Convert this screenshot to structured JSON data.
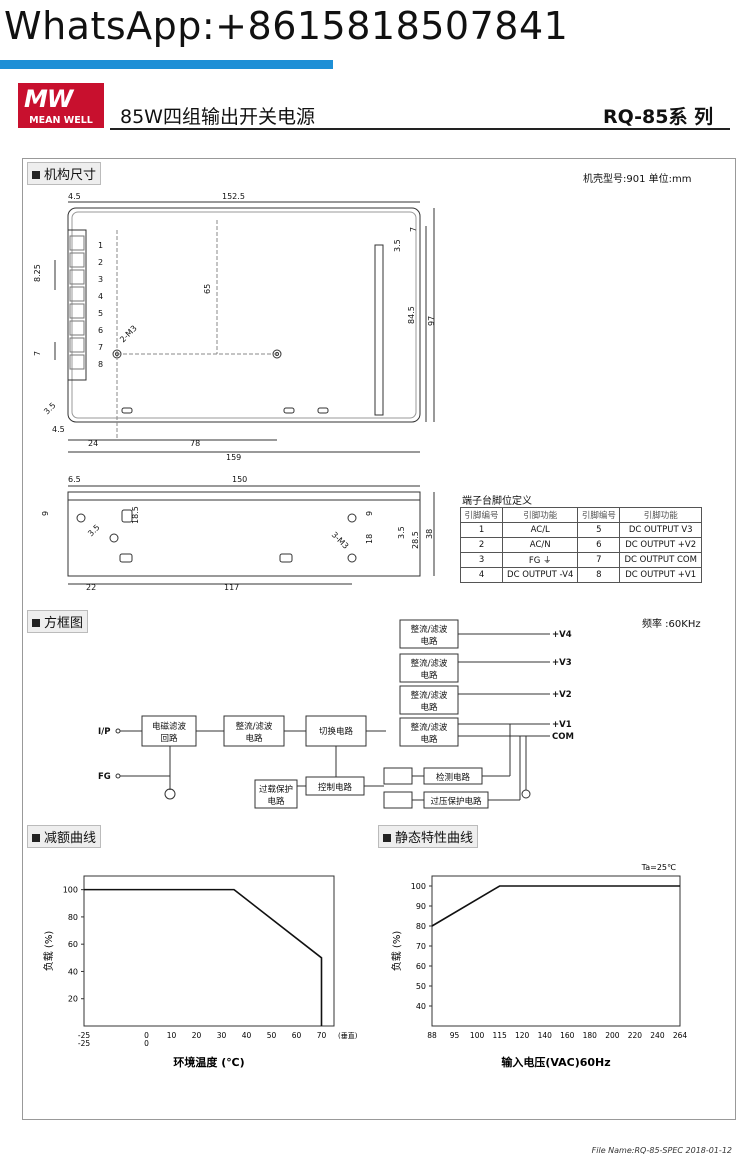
{
  "header": {
    "whatsapp": "WhatsApp:+8615818507841",
    "logo_mark": "MW",
    "logo_name": "MEAN WELL",
    "title": "85W四组输出开关电源",
    "series": "RQ-85系 列"
  },
  "sections": {
    "mech": "机构尺寸",
    "block": "方框图",
    "derating": "减额曲线",
    "static": "静态特性曲线"
  },
  "mech": {
    "case_note": "机壳型号:901 单位:mm",
    "dims": [
      "4.5",
      "152.5",
      "65",
      "3.5",
      "7",
      "84.5",
      "97",
      "8.25",
      "7",
      "2-M3",
      "3.5",
      "4.5",
      "24",
      "78",
      "159",
      "6.5",
      "150",
      "9",
      "18.5",
      "3.5",
      "9",
      "3-M3",
      "18",
      "3.5",
      "28.5",
      "38",
      "22",
      "117"
    ],
    "terminals": [
      "1",
      "2",
      "3",
      "4",
      "5",
      "6",
      "7",
      "8"
    ]
  },
  "pin_table": {
    "caption": "端子台脚位定义",
    "headers": [
      "引脚编号",
      "引脚功能",
      "引脚编号",
      "引脚功能"
    ],
    "rows": [
      [
        "1",
        "AC/L",
        "5",
        "DC OUTPUT V3"
      ],
      [
        "2",
        "AC/N",
        "6",
        "DC OUTPUT +V2"
      ],
      [
        "3",
        "FG ⏚",
        "7",
        "DC OUTPUT COM"
      ],
      [
        "4",
        "DC OUTPUT -V4",
        "8",
        "DC OUTPUT +V1"
      ]
    ]
  },
  "block_diagram": {
    "freq": "频率 :60KHz",
    "ip": "I/P",
    "fg": "FG",
    "emi": [
      "电磁滤波",
      "回路"
    ],
    "rect1": [
      "整流/滤波",
      "电路"
    ],
    "switch": "切换电路",
    "rect_out": [
      "整流/滤波",
      "电路"
    ],
    "outputs": [
      "+V4",
      "+V3",
      "+V2",
      "+V1",
      "COM"
    ],
    "control": "控制电路",
    "olp": [
      "过载保护",
      "电路"
    ],
    "detect": "检测电路",
    "ovp": "过压保护电路"
  },
  "chart_data": [
    {
      "type": "line",
      "title": "减额曲线",
      "xlabel": "环境温度 (℃)",
      "ylabel": "负载 (%)",
      "x_ticks": [
        "-25",
        "0",
        "10",
        "20",
        "30",
        "40",
        "50",
        "60",
        "70"
      ],
      "x_ticks2": [
        "-25",
        "0"
      ],
      "x_unit": "(垂直)",
      "y_ticks": [
        "20",
        "40",
        "60",
        "80",
        "100"
      ],
      "xlim": [
        -25,
        75
      ],
      "ylim": [
        0,
        110
      ],
      "series": [
        {
          "x": [
            -25,
            35,
            70,
            70
          ],
          "y": [
            100,
            100,
            50,
            0
          ]
        }
      ]
    },
    {
      "type": "line",
      "title": "静态特性曲线",
      "note": "Ta=25℃",
      "xlabel": "输入电压(VAC)60Hz",
      "ylabel": "负载 (%)",
      "x_ticks": [
        "88",
        "95",
        "100",
        "115",
        "120",
        "140",
        "160",
        "180",
        "200",
        "220",
        "240",
        "264"
      ],
      "y_ticks": [
        "40",
        "50",
        "60",
        "70",
        "80",
        "90",
        "100"
      ],
      "ylim": [
        30,
        105
      ],
      "series": [
        {
          "x": [
            88,
            115,
            264
          ],
          "y": [
            80,
            100,
            100
          ]
        }
      ]
    }
  ],
  "footer": {
    "file": "File Name:RQ-85-SPEC   2018-01-12"
  }
}
